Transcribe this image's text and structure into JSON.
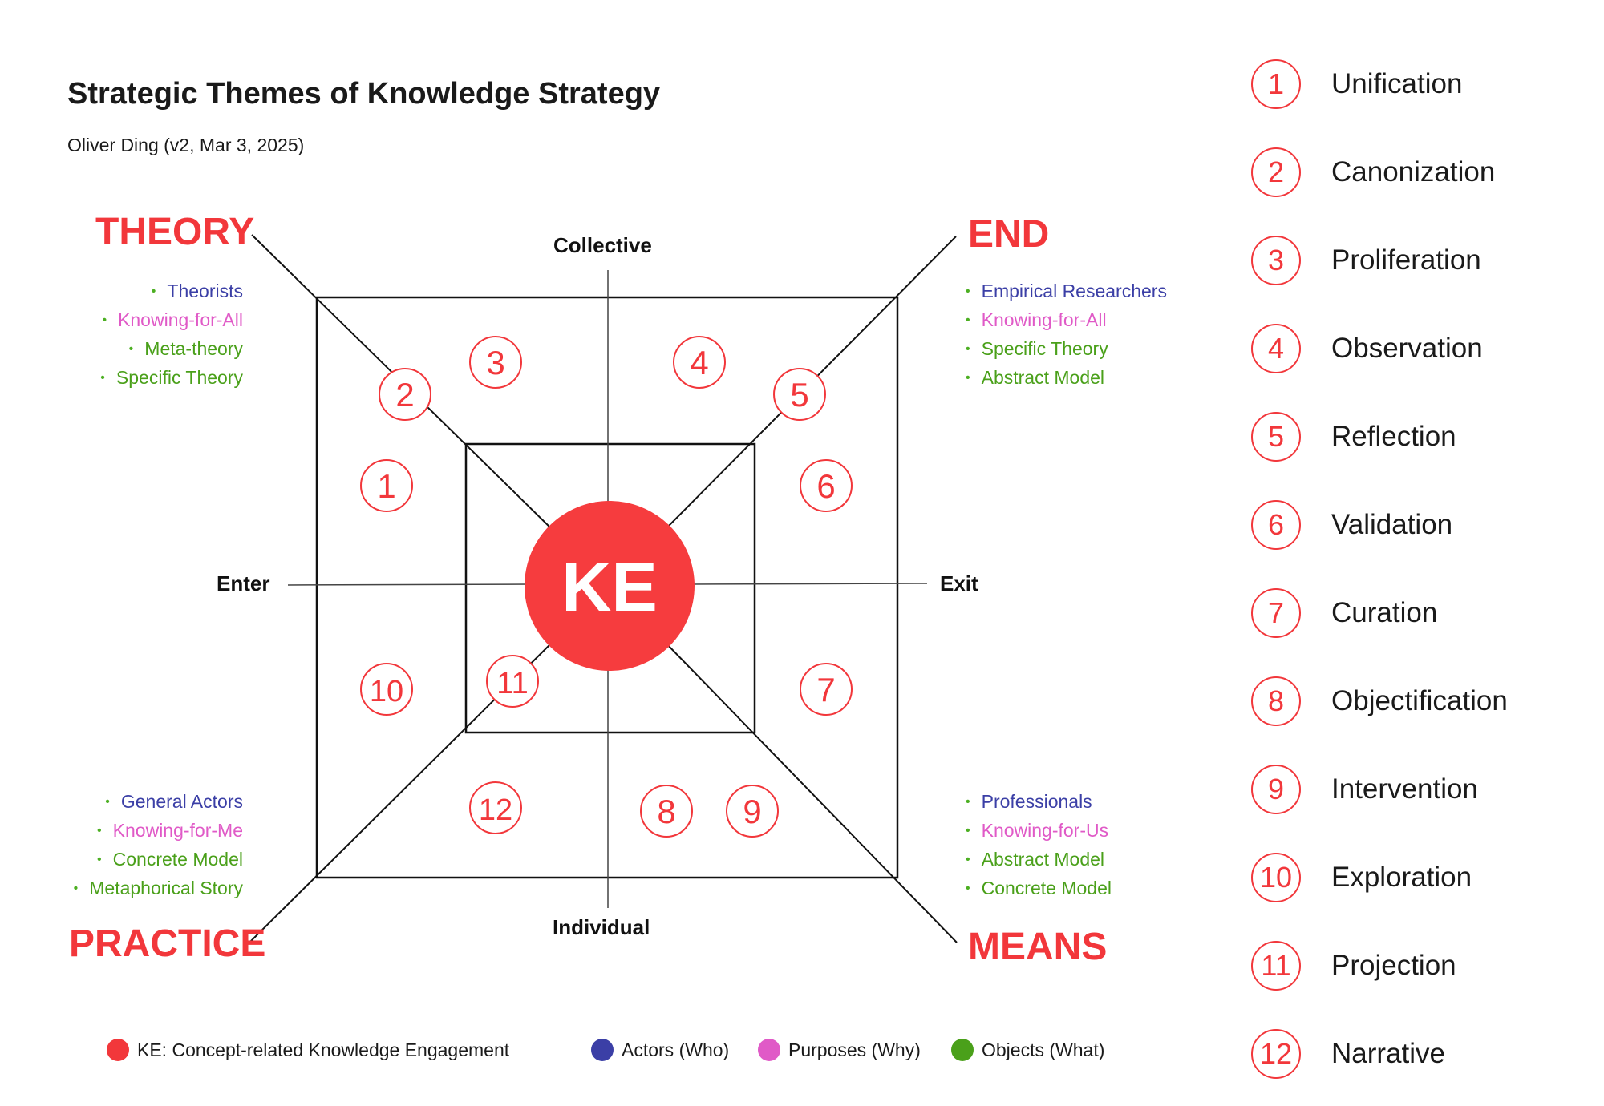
{
  "title": "Strategic Themes of Knowledge Strategy",
  "subtitle": "Oliver Ding (v2, Mar 3, 2025)",
  "corners": {
    "theory": "THEORY",
    "end": "END",
    "practice": "PRACTICE",
    "means": "MEANS"
  },
  "axes": {
    "collective": "Collective",
    "individual": "Individual",
    "enter": "Enter",
    "exit": "Exit"
  },
  "center_label": "KE",
  "theory_list": [
    {
      "text": "Theorists",
      "kind": "actor"
    },
    {
      "text": "Knowing-for-All",
      "kind": "purpose"
    },
    {
      "text": "Meta-theory",
      "kind": "object"
    },
    {
      "text": "Specific Theory",
      "kind": "object"
    }
  ],
  "end_list": [
    {
      "text": "Empirical Researchers",
      "kind": "actor"
    },
    {
      "text": "Knowing-for-All",
      "kind": "purpose"
    },
    {
      "text": "Specific Theory",
      "kind": "object"
    },
    {
      "text": "Abstract Model",
      "kind": "object"
    }
  ],
  "practice_list": [
    {
      "text": "General Actors",
      "kind": "actor"
    },
    {
      "text": "Knowing-for-Me",
      "kind": "purpose"
    },
    {
      "text": "Concrete Model",
      "kind": "object"
    },
    {
      "text": "Metaphorical Story",
      "kind": "object"
    }
  ],
  "means_list": [
    {
      "text": "Professionals",
      "kind": "actor"
    },
    {
      "text": "Knowing-for-Us",
      "kind": "purpose"
    },
    {
      "text": "Abstract Model",
      "kind": "object"
    },
    {
      "text": "Concrete Model",
      "kind": "object"
    }
  ],
  "diagram_numbers": [
    "1",
    "2",
    "3",
    "4",
    "5",
    "6",
    "7",
    "8",
    "9",
    "10",
    "11",
    "12"
  ],
  "themes": [
    {
      "num": "1",
      "label": "Unification"
    },
    {
      "num": "2",
      "label": "Canonization"
    },
    {
      "num": "3",
      "label": "Proliferation"
    },
    {
      "num": "4",
      "label": "Observation"
    },
    {
      "num": "5",
      "label": "Reflection"
    },
    {
      "num": "6",
      "label": "Validation"
    },
    {
      "num": "7",
      "label": "Curation"
    },
    {
      "num": "8",
      "label": "Objectification"
    },
    {
      "num": "9",
      "label": "Intervention"
    },
    {
      "num": "10",
      "label": "Exploration"
    },
    {
      "num": "11",
      "label": "Projection"
    },
    {
      "num": "12",
      "label": "Narrative"
    }
  ],
  "legend": {
    "ke": "KE: Concept-related Knowledge Engagement",
    "actors": "Actors (Who)",
    "purposes": "Purposes (Why)",
    "objects": "Objects (What)"
  },
  "colors": {
    "accent_red": "#f2373b",
    "actors": "#3b3fa6",
    "purposes": "#e05ac7",
    "objects": "#4aa01a"
  }
}
